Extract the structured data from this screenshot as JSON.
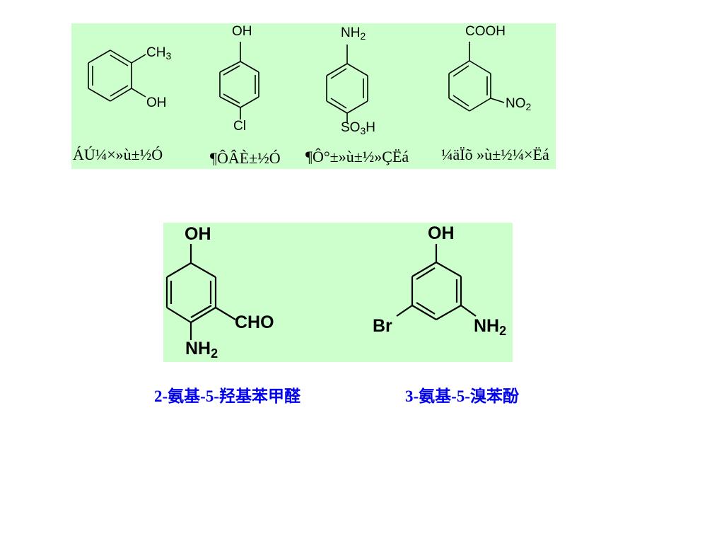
{
  "top_panel": {
    "molecules": [
      {
        "substituents": {
          "ch3": "CH",
          "ch3_sub": "3",
          "oh": "OH"
        },
        "name": "ÁÚ¼×»ù±½Ó"
      },
      {
        "substituents": {
          "oh": "OH",
          "cl": "Cl"
        },
        "name": "¶ÔÂÈ±½Ó"
      },
      {
        "substituents": {
          "nh2": "NH",
          "nh2_sub": "2",
          "so3h_a": "SO",
          "so3h_sub": "3",
          "so3h_b": "H"
        },
        "name": "¶Ô°±»ù±½»ÇËá"
      },
      {
        "substituents": {
          "cooh": "COOH",
          "no2": "NO",
          "no2_sub": "2"
        },
        "name": "¼äÏõ »ù±½¼×Ëá"
      }
    ]
  },
  "bottom_panel": {
    "molecules": [
      {
        "substituents": {
          "oh": "OH",
          "cho": "CHO",
          "nh2": "NH",
          "nh2_sub": "2"
        },
        "name": "2-氨基-5-羟基苯甲醛"
      },
      {
        "substituents": {
          "oh": "OH",
          "br": "Br",
          "nh2": "NH",
          "nh2_sub": "2"
        },
        "name": "3-氨基-5-溴苯酚"
      }
    ]
  },
  "colors": {
    "panel_bg": "#ccffcc",
    "name_text": "#0000ee",
    "bond": "#000000"
  }
}
